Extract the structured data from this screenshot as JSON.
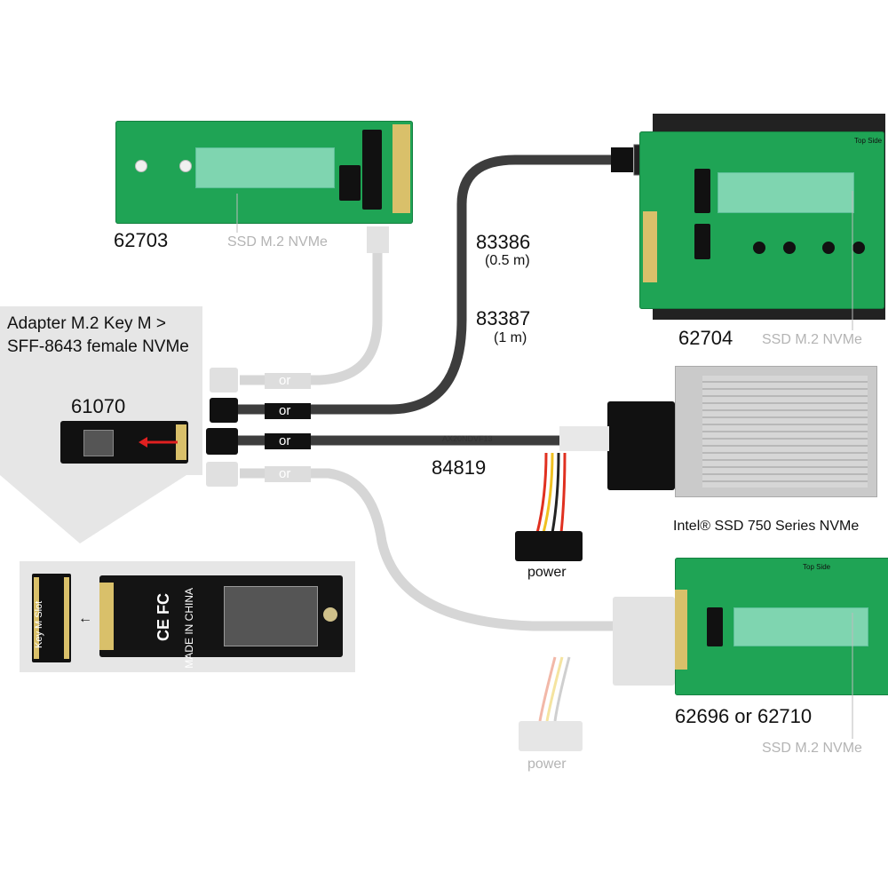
{
  "products": {
    "p62703": "62703",
    "p62704": "62704",
    "p61070": "61070",
    "p62696": "62696 or 62710",
    "c83386": "83386",
    "c83386_len": "(0.5 m)",
    "c83387": "83387",
    "c83387_len": "(1 m)",
    "c84819": "84819"
  },
  "labels": {
    "ssd_nvme_1": "SSD M.2 NVMe",
    "ssd_nvme_2": "SSD M.2 NVMe",
    "ssd_nvme_3": "SSD M.2 NVMe",
    "adapter_line1": "Adapter M.2 Key M >",
    "adapter_line2": "SFF-8643 female NVMe",
    "intel_ssd": "Intel® SSD 750 Series NVMe",
    "power_1": "power",
    "power_2": "power",
    "or_1": "or",
    "or_2": "or",
    "or_3": "or",
    "or_4": "or",
    "key_m_slot": "Key M Slot",
    "made_in_china": "MADE IN CHINA",
    "ce_fc": "CE FC",
    "cable_print": "AX20NDVF13",
    "top_side_1": "Top Side",
    "top_side_2": "Top Side"
  },
  "colors": {
    "pcb_green": "#1fa455",
    "cable_dark": "#3a3a3a",
    "cable_faded": "#d4d4d4",
    "callout_bg": "#e6e6e6",
    "heatsink": "#c9c9c9",
    "arrow_red": "#e02020"
  }
}
